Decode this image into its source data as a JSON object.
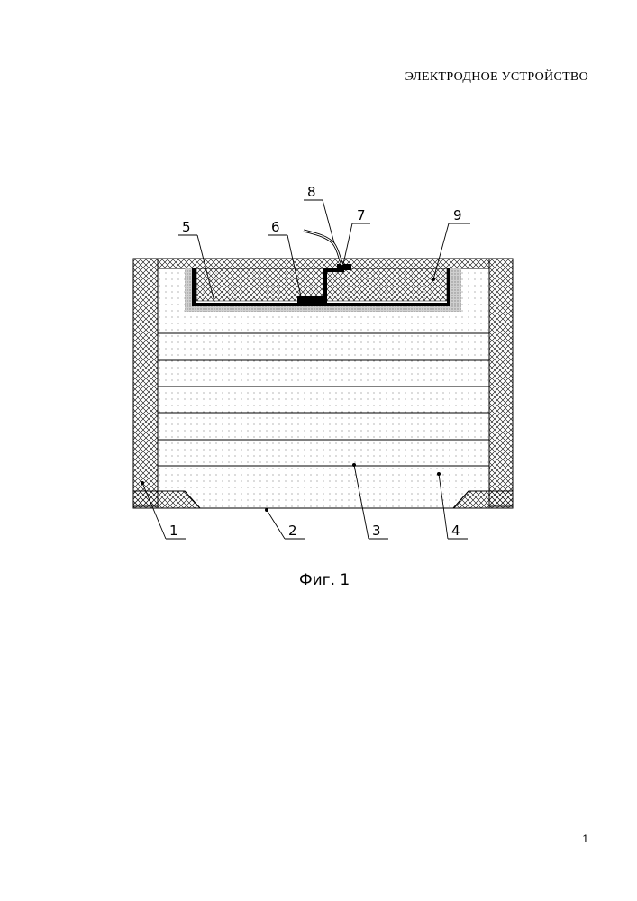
{
  "header": {
    "title": "ЭЛЕКТРОДНОЕ УСТРОЙСТВО"
  },
  "figure": {
    "caption": "Фиг. 1",
    "callouts": [
      "1",
      "2",
      "3",
      "4",
      "5",
      "6",
      "7",
      "8",
      "9"
    ]
  },
  "footer": {
    "page_number": "1"
  }
}
